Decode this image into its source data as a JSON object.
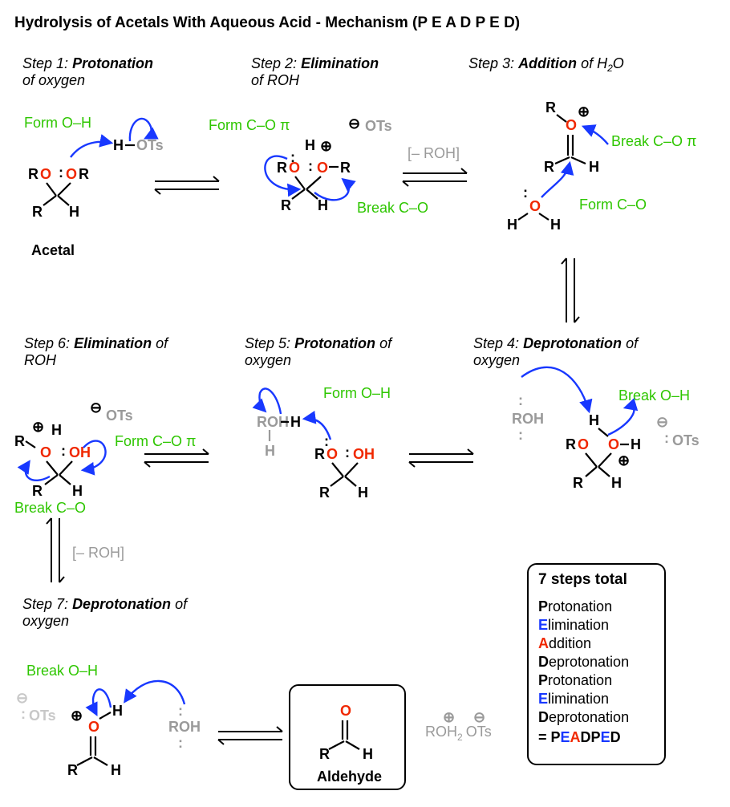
{
  "title": "Hydrolysis of Acetals With Aqueous Acid - Mechanism (P E A D P E D)",
  "steps": {
    "s1": {
      "prefix": "Step 1:",
      "bold": "Protonation",
      "rest": "of oxygen"
    },
    "s2": {
      "prefix": "Step 2:",
      "bold": "Elimination",
      "rest": "of ROH"
    },
    "s3": {
      "prefix": "Step 3:",
      "bold": "Addition",
      "rest": "of H",
      "sub": "2",
      "tail": "O"
    },
    "s4": {
      "prefix": "Step 4:",
      "bold": "Deprotonation",
      "rest1": "of",
      "rest2": "oxygen"
    },
    "s5": {
      "prefix": "Step 5:",
      "bold": "Protonation",
      "rest1": "of",
      "rest2": "oxygen"
    },
    "s6": {
      "prefix": "Step 6:",
      "bold": "Elimination",
      "rest1": "of",
      "rest2": "ROH"
    },
    "s7": {
      "prefix": "Step 7:",
      "bold": "Deprotonation",
      "rest1": "of",
      "rest2": "oxygen"
    }
  },
  "annotations": {
    "form_oh": "Form O–H",
    "form_co_pi": "Form C–O π",
    "break_co": "Break C–O",
    "break_co_pi": "Break C–O π",
    "form_co": "Form C–O",
    "break_oh": "Break O–H",
    "minus_roh": "[– ROH]"
  },
  "labels": {
    "acetal": "Acetal",
    "aldehyde": "Aldehyde",
    "ots": "OTs",
    "roh": "ROH",
    "roh2": "ROH",
    "roh2_sub": "2"
  },
  "atoms": {
    "R": "R",
    "O": "O",
    "H": "H",
    "OH": "OH",
    "plus": "⊕",
    "minus": "⊖",
    "colon": ":"
  },
  "summary": {
    "title": "7 steps total",
    "items": [
      {
        "initial": "P",
        "rest": "rotonation",
        "color": "black"
      },
      {
        "initial": "E",
        "rest": "limination",
        "color": "blue"
      },
      {
        "initial": "A",
        "rest": "ddition",
        "color": "red"
      },
      {
        "initial": "D",
        "rest": "eprotonation",
        "color": "black"
      },
      {
        "initial": "P",
        "rest": "rotonation",
        "color": "black"
      },
      {
        "initial": "E",
        "rest": "limination",
        "color": "blue"
      },
      {
        "initial": "D",
        "rest": "eprotonation",
        "color": "black"
      }
    ],
    "result_prefix": "= ",
    "result": [
      {
        "t": "P",
        "color": "black"
      },
      {
        "t": "E",
        "color": "blue"
      },
      {
        "t": "A",
        "color": "red"
      },
      {
        "t": "D",
        "color": "black"
      },
      {
        "t": "P",
        "color": "black"
      },
      {
        "t": "E",
        "color": "blue"
      },
      {
        "t": "D",
        "color": "black"
      }
    ]
  },
  "colors": {
    "oxygen": "#f02800",
    "arrow": "#1838ff",
    "annotation": "#2ec600",
    "grey": "#9a9a9a"
  }
}
